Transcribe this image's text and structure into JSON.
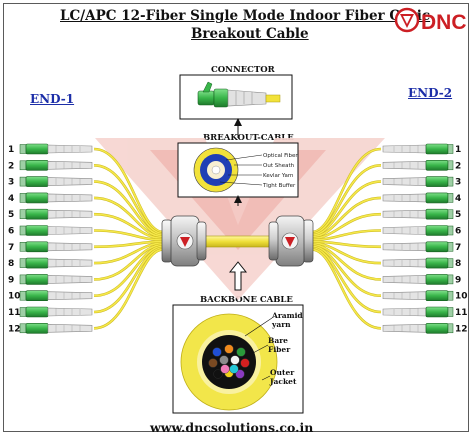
{
  "title": {
    "line1": "LC/APC 12-Fiber Single Mode  Indoor  Fiber Optic",
    "line2": "Breakout Cable"
  },
  "brand": {
    "name": "DNC",
    "accent": "#cc1f24"
  },
  "ends": {
    "left": "END-1",
    "right": "END-2"
  },
  "sections": {
    "connector": "CONNECTOR",
    "breakout": "BREAKOUT-CABLE",
    "backbone": "BACKBONE CABLE"
  },
  "breakout_labels": [
    "Optical Fiber",
    "Out Sheath",
    "Kevlar Yarn",
    "Tight Buffer"
  ],
  "backbone_labels": {
    "aramid": [
      "Aramid",
      "yarn"
    ],
    "bare": [
      "Bare",
      "Fiber"
    ],
    "jacket": [
      "Outer",
      "Jacket"
    ]
  },
  "fiber_numbers": [
    "1",
    "2",
    "3",
    "4",
    "5",
    "6",
    "7",
    "8",
    "9",
    "10",
    "11",
    "12"
  ],
  "fiber_colors": [
    "#1f4fd6",
    "#f08a1c",
    "#2a9a3a",
    "#7a4a22",
    "#8c8c8c",
    "#f4f4f4",
    "#d42020",
    "#111111",
    "#f2d21a",
    "#8a3ac0",
    "#f07ab8",
    "#23c6d6"
  ],
  "colors": {
    "connector_green": "#39b54a",
    "boot_grey": "#d8d8d8",
    "cable_yellow": "#f5e84a",
    "arrow_red": "#e74c3c"
  },
  "footer": "www.dncsolutions.co.in"
}
